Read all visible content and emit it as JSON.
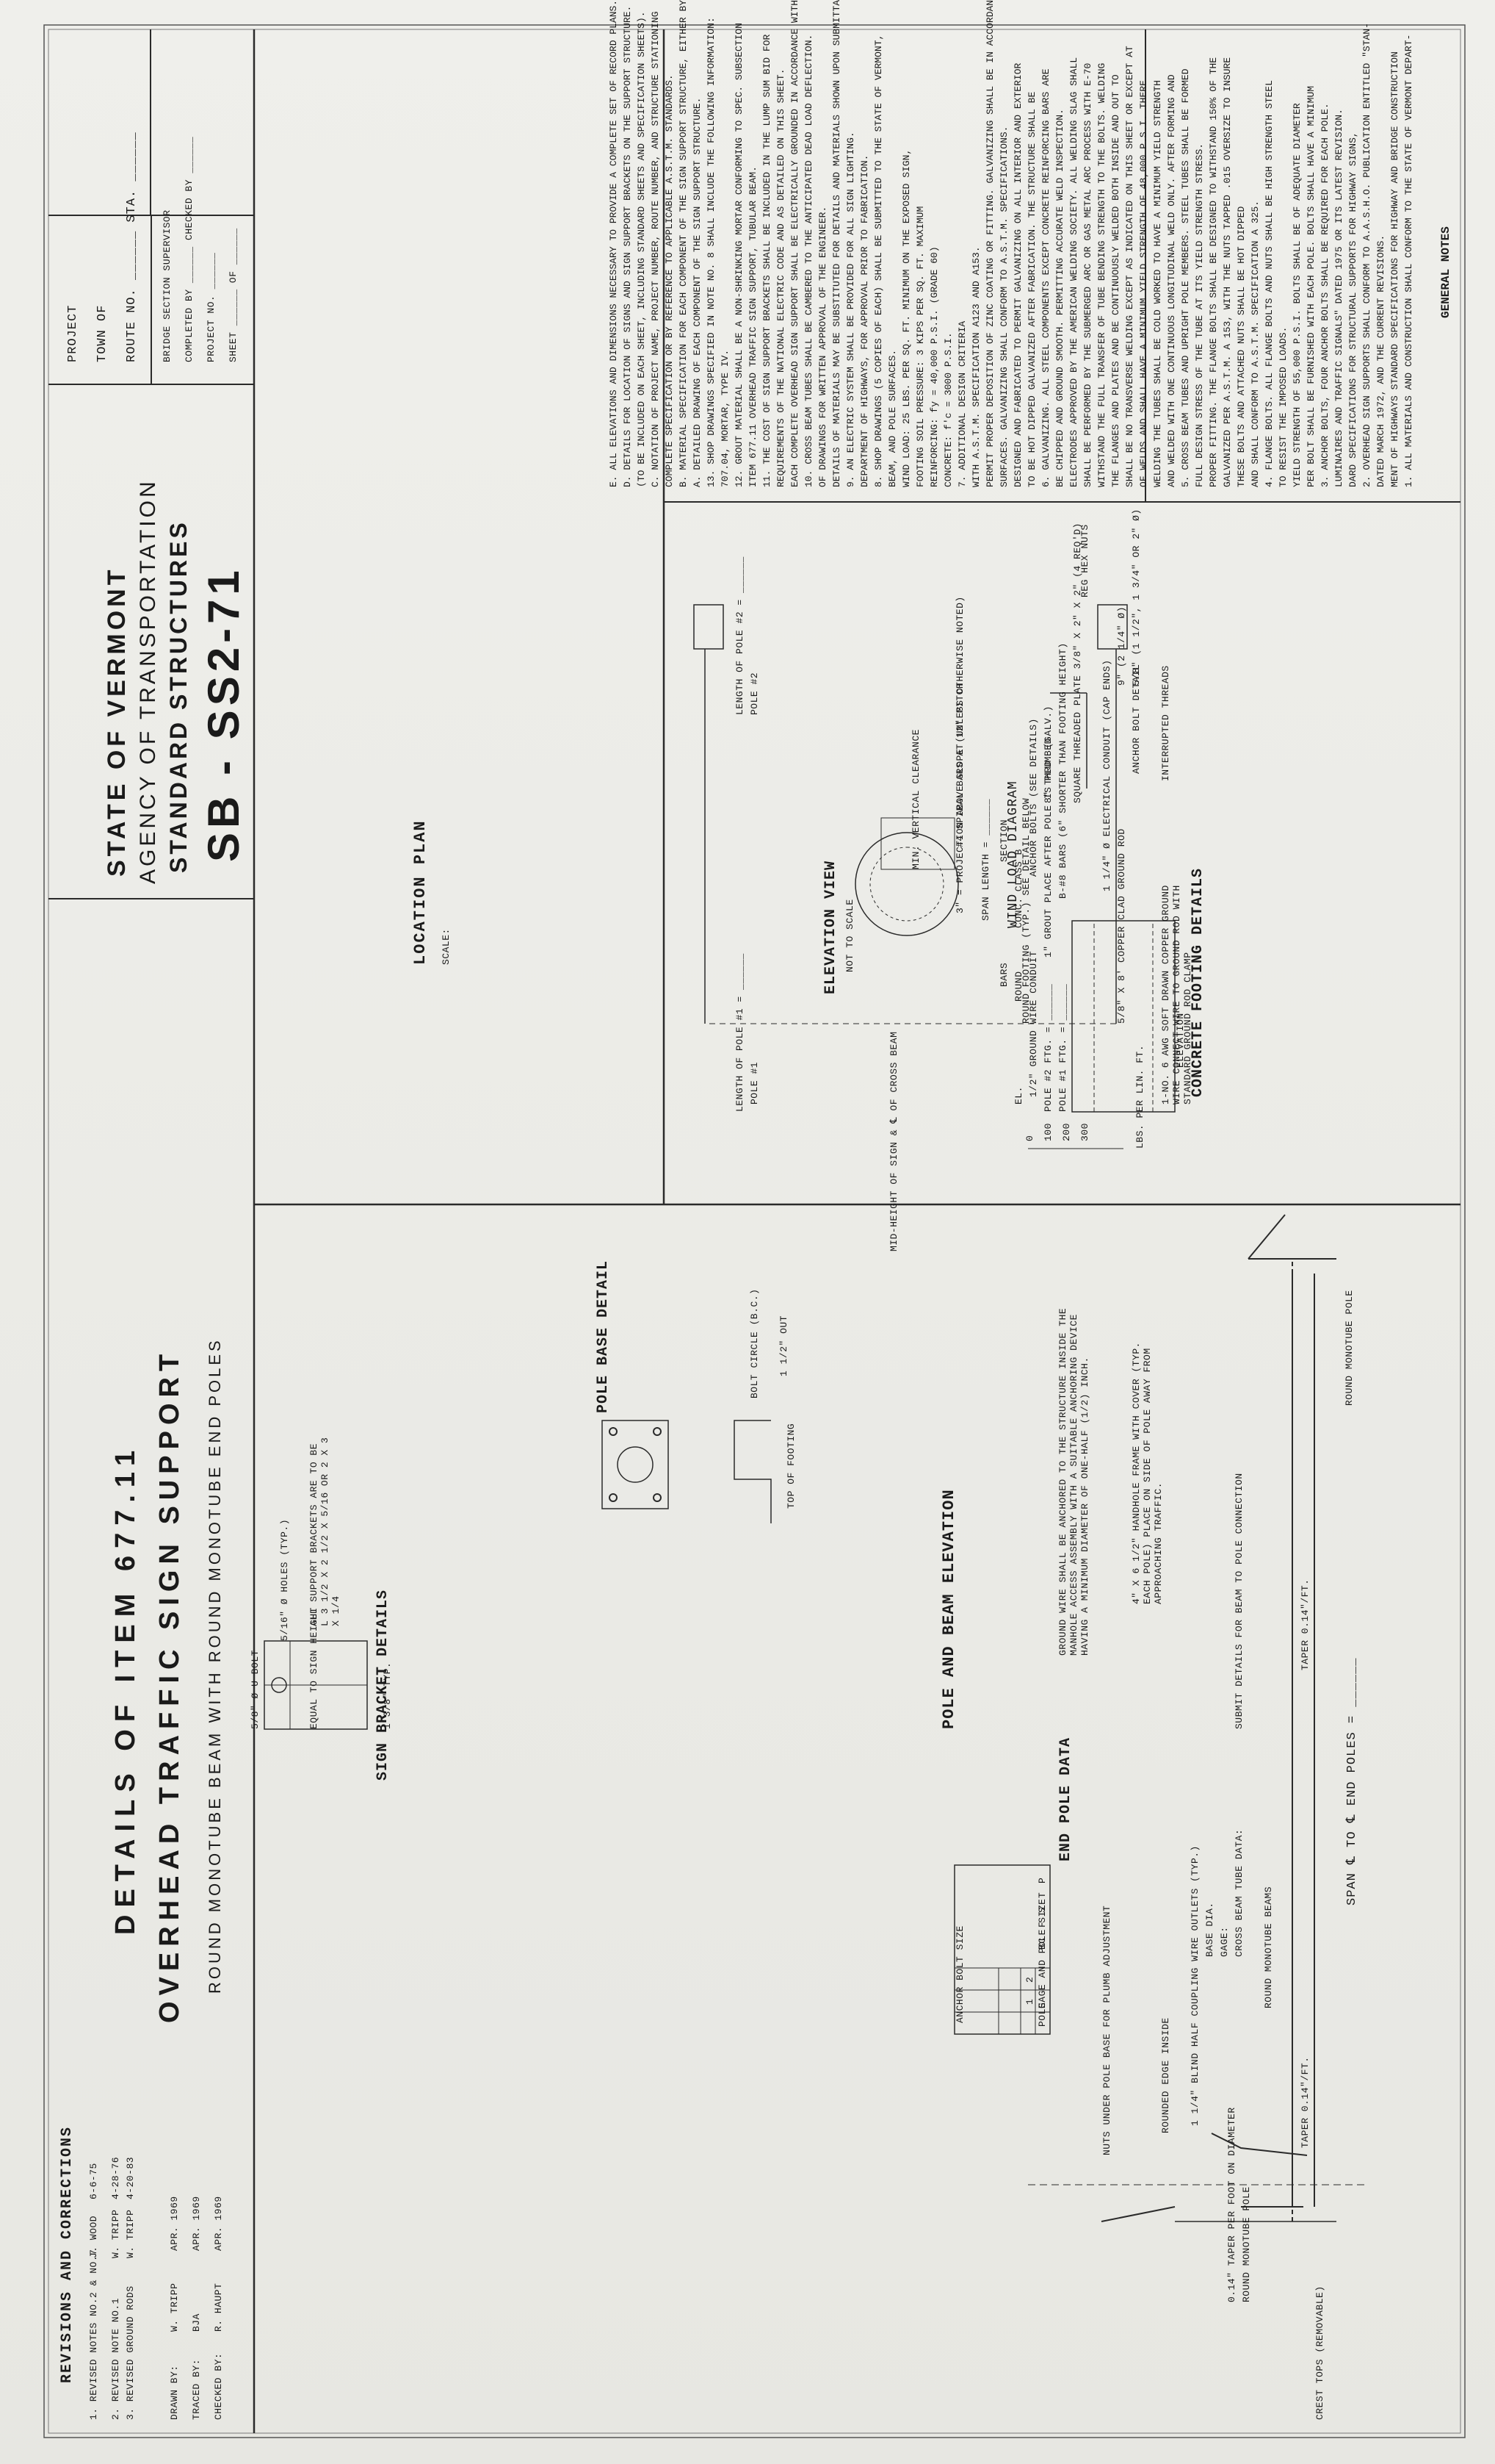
{
  "title_block": {
    "state": "STATE OF VERMONT",
    "agency": "AGENCY OF TRANSPORTATION",
    "structures": "STANDARD STRUCTURES",
    "sheet_code": "SB - SS2-71",
    "details_of": "DETAILS OF ITEM 677.11",
    "product": "OVERHEAD TRAFFIC SIGN SUPPORT",
    "subtitle": "ROUND MONOTUBE BEAM WITH ROUND MONOTUBE END POLES"
  },
  "project_block": {
    "project": "PROJECT",
    "town": "TOWN OF",
    "route": "ROUTE NO. ______ STA. ______",
    "bridge_supervisor": "BRIDGE SECTION SUPERVISOR",
    "completed": "COMPLETED BY ______ CHECKED BY ______",
    "project_no": "PROJECT NO. ______",
    "sheet_of": "SHEET ______ OF ______"
  },
  "revisions": {
    "heading": "REVISIONS AND CORRECTIONS",
    "items": [
      {
        "text": "1. REVISED NOTES NO.2 & NO.7",
        "by": "J. WOOD",
        "date": "6-6-75"
      },
      {
        "text": "2. REVISED NOTE NO.1",
        "by": "W. TRIPP",
        "date": "4-28-76"
      },
      {
        "text": "3. REVISED GROUND RODS",
        "by": "W. TRIPP",
        "date": "4-20-83"
      }
    ]
  },
  "credits": {
    "drawn_label": "DRAWN BY:",
    "drawn_by": "W. TRIPP",
    "drawn_date": "APR. 1969",
    "traced_label": "TRACED BY:",
    "traced_by": "BJA",
    "traced_date": "APR. 1969",
    "checked_label": "CHECKED BY:",
    "checked_by": "R. HAUPT",
    "checked_date": "APR. 1969"
  },
  "pole_beam": {
    "heading": "POLE AND BEAM ELEVATION",
    "span": "SPAN ℄ TO ℄ END POLES = ______",
    "round_pole_top": "ROUND MONOTUBE POLE",
    "taper_note": "0.14\" TAPER PER FOOT ON DIAMETER",
    "crest_top": "CREST TOPS (REMOVABLE)",
    "taper1": "TAPER 0.14\"/FT.",
    "taper2": "TAPER 0.14\"/FT.",
    "beams": "ROUND MONOTUBE BEAMS",
    "coupling": "1 1/4\" BLIND HALF COUPLING WIRE OUTLETS (TYP.)",
    "edge": "ROUNDED EDGE INSIDE",
    "nuts": "NUTS UNDER POLE BASE FOR PLUMB ADJUSTMENT",
    "cross_beam": "CROSS BEAM TUBE DATA:",
    "gage": "GAGE:",
    "base_dia": "BASE DIA.",
    "submit": "SUBMIT DETAILS FOR BEAM TO POLE CONNECTION",
    "round_pole_bottom": "ROUND MONOTUBE POLE",
    "handhole": "4\" X 6 1/2\" HANDHOLE FRAME WITH COVER (TYP. EACH POLE) PLACE ON SIDE OF POLE AWAY FROM APPROACHING TRAFFIC.",
    "ground_wire": "GROUND WIRE SHALL BE ANCHORED TO THE STRUCTURE INSIDE THE MANHOLE ACCESS ASSEMBLY WITH A SUITABLE ANCHORING DEVICE HAVING A MINIMUM DIAMETER OF ONE-HALF (1/2) INCH."
  },
  "end_pole": {
    "heading": "END POLE DATA",
    "columns": [
      "POLE",
      "GAGE AND POLE SIZE",
      "BC",
      "F",
      "S",
      "T",
      "P",
      "ANCHOR BOLT SIZE"
    ],
    "rows": [
      "1",
      "2"
    ]
  },
  "bracket": {
    "heading": "SIGN BRACKET DETAILS",
    "typ": "1 3/8\" TYP.",
    "equal": "EQUAL TO SIGN HEIGHT",
    "holes": "5/16\" Ø HOLES (TYP.)",
    "ubolt": "5/8\" Ø U BOLT",
    "support": "ALL SUPPORT BRACKETS ARE TO BE L 3 1/2 X 2 1/2 X 5/16 OR 2 X 3 X 1/4"
  },
  "base": {
    "heading": "POLE BASE DETAIL",
    "top": "TOP OF FOOTING",
    "bolt": "BOLT CIRCLE (B.C.)",
    "clear": "1 1/2\" OUT"
  },
  "location": {
    "heading": "LOCATION PLAN",
    "scale": "SCALE:"
  },
  "wind": {
    "heading": "WIND LOAD DIAGRAM",
    "unit": "LBS. PER LIN. FT.",
    "ticks": [
      "300",
      "200",
      "100",
      "0"
    ],
    "mid": "MID-HEIGHT OF SIGN & ℄ OF CROSS BEAM",
    "len1": "LENGTH OF POLE #1 = ______",
    "len2": "LENGTH OF POLE #2 = ______",
    "span": "SPAN LENGTH = ______",
    "clearance": "MIN. VERTICAL CLEARANCE",
    "pole1": "POLE #1",
    "pole2": "POLE #2",
    "el": "EL.",
    "footing": "ROUND FOOTING (TYP.) SEE DETAIL BELOW"
  },
  "elevation": {
    "heading": "ELEVATION VIEW",
    "scale": "NOT TO SCALE"
  },
  "footing": {
    "heading": "CONCRETE FOOTING DETAILS",
    "elevation": "ELEVATION",
    "section": "SECTION",
    "anchor": "ANCHOR BOLT DETAIL",
    "ftg1": "POLE #1 FTG. = ______",
    "ftg2": "POLE #2 FTG. = ______",
    "grout": "1\" GROUT PLACE AFTER POLE IS PLUMBED",
    "conduit": "1/2\" GROUND WIRE CONDUIT",
    "round_d": "ROUND",
    "bars": "BARS",
    "conc": "CONC. CLASS B",
    "ground_rod": "5/8\" X 8' COPPER CLAD GROUND ROD",
    "wire": "1-NO. 6 AWG SOFT DRAWN COPPER GROUND WIRE CONNECT WIRE TO GROUND ROD WITH STANDARD GROUND ROD CLAMP",
    "anchor_bolts": "ANCHOR BOLTS (SEE DETAILS)",
    "electrical": "1 1/4\" Ø ELECTRICAL CONDUIT (CAP ENDS)",
    "bars_b": "B-#8 BARS (6\" SHORTER THAN FOOTING HEIGHT)",
    "projection": "3\" = PROJECTION ABOVE SLOPE (UNLESS OTHERWISE NOTED)",
    "spiral": "#4 SPIRAL BARS AT 12\" PITCH",
    "threads": "INTERRUPTED THREADS",
    "plate": "SQUARE THREADED PLATE 3/8\" X 2\" X 2\" (4 REQ'D)",
    "nuts": "REG HEX NUTS",
    "galv": "8\" THRD. (GALV.)",
    "hook": "9\" (2 1/4\" Ø)",
    "anchor_len": "5/8\" (1 1/2\", 1 3/4\" OR 2\" Ø)"
  },
  "notes": {
    "heading": "GENERAL NOTES",
    "lines": [
      "1. ALL MATERIALS AND CONSTRUCTION SHALL CONFORM TO THE STATE OF VERMONT DEPART-",
      "   MENT OF HIGHWAYS STANDARD SPECIFICATIONS FOR HIGHWAY AND BRIDGE CONSTRUCTION",
      "   DATED MARCH 1972, AND THE CURRENT REVISIONS.",
      "2. OVERHEAD SIGN SUPPORTS SHALL CONFORM TO A.A.S.H.O. PUBLICATION ENTITLED \"STAN-",
      "   DARD SPECIFICATIONS FOR STRUCTURAL SUPPORTS FOR HIGHWAY SIGNS,",
      "   LUMINAIRES AND TRAFFIC SIGNALS\" DATED 1975 OR ITS LATEST REVISION.",
      "3. ANCHOR BOLTS, FOUR ANCHOR BOLTS SHALL BE REQUIRED FOR EACH POLE.",
      "   PER BOLT SHALL BE FURNISHED WITH EACH POLE. BOLTS SHALL HAVE A MINIMUM",
      "   YIELD STRENGTH OF 55,000 P.S.I. BOLTS SHALL BE OF ADEQUATE DIAMETER",
      "   TO RESIST THE IMPOSED LOADS.",
      "4. FLANGE BOLTS. ALL FLANGE BOLTS AND NUTS SHALL BE HIGH STRENGTH STEEL",
      "   AND SHALL CONFORM TO A.S.T.M. SPECIFICATION A 325.",
      "   THESE BOLTS AND ATTACHED NUTS SHALL BE HOT DIPPED",
      "   GALVANIZED PER A.S.T.M. A 153, WITH THE NUTS TAPPED .015 OVERSIZE TO INSURE",
      "   PROPER FITTING. THE FLANGE BOLTS SHALL BE DESIGNED TO WITHSTAND 150% OF THE",
      "   FULL DESIGN STRESS OF THE TUBE AT ITS YIELD STRENGTH STRESS.",
      "5. CROSS BEAM TUBES AND UPRIGHT POLE MEMBERS. STEEL TUBES SHALL BE FORMED",
      "   AND WELDED WITH ONE CONTINUOUS LONGITUDINAL WELD ONLY. AFTER FORMING AND",
      "   WELDING THE TUBES SHALL BE COLD WORKED TO HAVE A MINIMUM YIELD STRENGTH",
      "   OF WELDS AND SHALL HAVE A MINIMUM YIELD STRENGTH OF 48,000 P.S.I. THERE",
      "   SHALL BE NO TRANSVERSE WELDING EXCEPT AS INDICATED ON THIS SHEET OR EXCEPT AT",
      "   THE FLANGES AND PLATES AND BE CONTINUOUSLY WELDED BOTH INSIDE AND OUT TO",
      "   WITHSTAND THE FULL TRANSFER OF TUBE BENDING STRENGTH TO THE BOLTS. WELDING",
      "   SHALL BE PERFORMED BY THE SUBMERGED ARC OR GAS METAL ARC PROCESS WITH E-70",
      "   ELECTRODES APPROVED BY THE AMERICAN WELDING SOCIETY. ALL WELDING SLAG SHALL",
      "   BE CHIPPED AND GROUND SMOOTH. PERMITTING ACCURATE WELD INSPECTION.",
      "6. GALVANIZING. ALL STEEL COMPONENTS EXCEPT CONCRETE REINFORCING BARS ARE",
      "   TO BE HOT DIPPED GALVANIZED AFTER FABRICATION. THE STRUCTURE SHALL BE",
      "   DESIGNED AND FABRICATED TO PERMIT GALVANIZING ON ALL INTERIOR AND EXTERIOR",
      "   SURFACES. GALVANIZING SHALL CONFORM TO A.S.T.M. SPECIFICATIONS.",
      "   PERMIT PROPER DEPOSITION OF ZINC COATING OR FITTING. GALVANIZING SHALL BE IN ACCORDANCE",
      "   WITH A.S.T.M. SPECIFICATION A123 AND A153.",
      "7. ADDITIONAL DESIGN CRITERIA",
      "   CONCRETE:                  f'c = 3000 P.S.I.",
      "   REINFORCING:               fy = 40,000 P.S.I. (GRADE 60)",
      "   FOOTING SOIL PRESSURE: 3 KIPS PER SQ. FT. MAXIMUM",
      "   WIND LOAD: 25 LBS. PER SQ. FT. MINIMUM ON THE EXPOSED SIGN,",
      "   BEAM, AND POLE SURFACES.",
      "8. SHOP DRAWINGS (5 COPIES OF EACH) SHALL BE SUBMITTED TO THE STATE OF VERMONT,",
      "   DEPARTMENT OF HIGHWAYS, FOR APPROVAL PRIOR TO FABRICATION.",
      "9. AN ELECTRIC SYSTEM SHALL BE PROVIDED FOR ALL SIGN LIGHTING.",
      "   DETAILS OF MATERIALS MAY BE SUBSTITUTED FOR DETAILS AND MATERIALS SHOWN UPON SUBMITTAL",
      "   OF DRAWINGS FOR WRITTEN APPROVAL OF THE ENGINEER.",
      "10. CROSS BEAM TUBES SHALL BE CAMBERED TO THE ANTICIPATED DEAD LOAD DEFLECTION.",
      "   EACH COMPLETE OVERHEAD SIGN SUPPORT SHALL BE ELECTRICALLY GROUNDED IN ACCORDANCE WITH THE",
      "   REQUIREMENTS OF THE NATIONAL ELECTRIC CODE AND AS DETAILED ON THIS SHEET.",
      "11. THE COST OF SIGN SUPPORT BRACKETS SHALL BE INCLUDED IN THE LUMP SUM BID FOR",
      "   ITEM 677.11 OVERHEAD TRAFFIC SIGN SUPPORT, TUBULAR BEAM.",
      "12. GROUT MATERIAL SHALL BE A NON-SHRINKING MORTAR CONFORMING TO SPEC. SUBSECTION",
      "   707.04, MORTAR, TYPE IV.",
      "13. SHOP DRAWINGS SPECIFIED IN NOTE NO. 8 SHALL INCLUDE THE FOLLOWING INFORMATION:",
      "   A. DETAILED DRAWING OF EACH COMPONENT OF THE SIGN SUPPORT STRUCTURE.",
      "   B. MATERIAL SPECIFICATION FOR EACH COMPONENT OF THE SIGN SUPPORT STRUCTURE, EITHER BY",
      "      COMPLETE SPECIFICATION OR BY REFERENCE TO APPLICABLE A.S.T.M. STANDARDS.",
      "   C. NOTATION OF PROJECT NAME, PROJECT NUMBER, ROUTE NUMBER, AND STRUCTURE STATIONING",
      "      (TO BE INCLUDED ON EACH SHEET, INCLUDING STANDARD SHEETS AND SPECIFICATION SHEETS).",
      "   D. DETAILS FOR LOCATION OF SIGNS AND SIGN SUPPORT BRACKETS ON THE SUPPORT STRUCTURE.",
      "   E. ALL ELEVATIONS AND DIMENSIONS NECESSARY TO PROVIDE A COMPLETE SET OF RECORD PLANS."
    ]
  }
}
